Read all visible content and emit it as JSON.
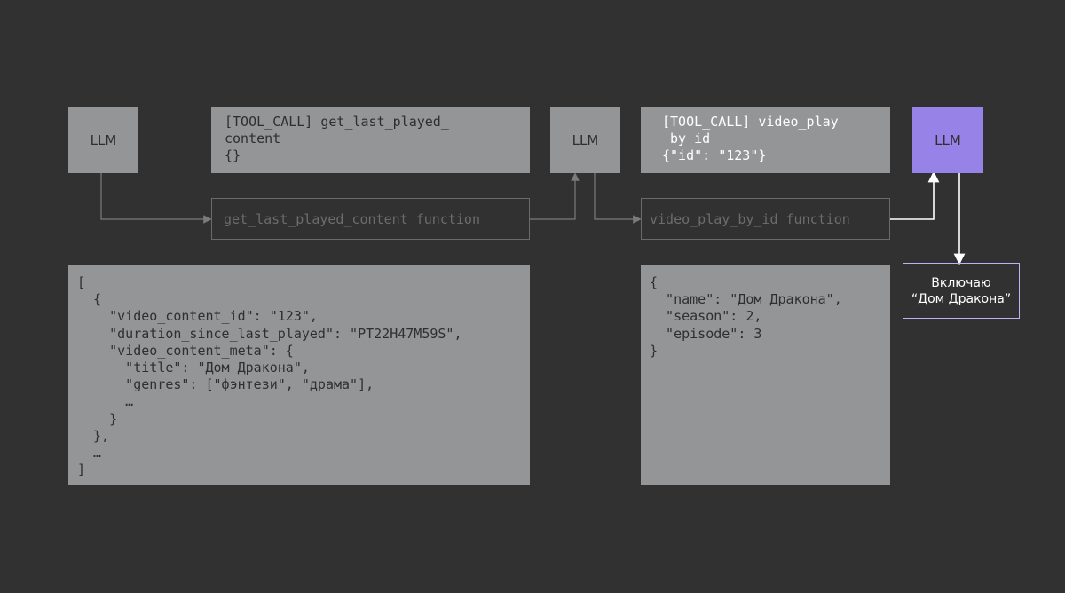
{
  "colors": {
    "background": "#313131",
    "box": "#939596",
    "accent": "#9783e8",
    "answer_border": "#bfb1f3",
    "function_border": "#6a6a6a"
  },
  "llm_nodes": [
    "LLM",
    "LLM",
    "LLM"
  ],
  "tool_call_1": "[TOOL_CALL] get_last_played_\ncontent\n{}",
  "tool_call_2": "[TOOL_CALL] video_play\n_by_id\n{\"id\": \"123\"}",
  "function_1": "get_last_played_content function",
  "function_2": "video_play_by_id function",
  "result_1": "[\n  {\n    \"video_content_id\": \"123\",\n    \"duration_since_last_played\": \"PT22H47M59S\",\n    \"video_content_meta\": {\n      \"title\": \"Дом Дракона\",\n      \"genres\": [\"фэнтези\", \"драма\"],\n      …\n    }\n  },\n  …\n]",
  "result_2": "{\n  \"name\": \"Дом Дракона\",\n  \"season\": 2,\n  \"episode\": 3\n}",
  "answer": {
    "line1": "Включаю",
    "line2": "“Дом Дракона”"
  }
}
